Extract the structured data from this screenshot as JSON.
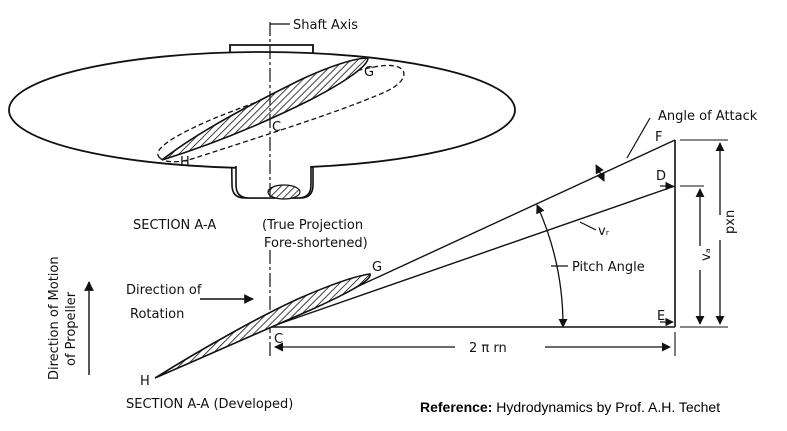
{
  "labels": {
    "shaft_axis": "Shaft Axis",
    "G_top": "G",
    "C_top": "C",
    "H_top": "H",
    "section_top": "SECTION  A-A",
    "true_projection_1": "(True Projection",
    "true_projection_2": "Fore-shortened)",
    "angle_of_attack": "Angle of Attack",
    "F": "F",
    "D": "D",
    "E": "E",
    "vr": "vᵣ",
    "pitch_angle": "Pitch Angle",
    "pxn": "pxn",
    "va": "vₐ",
    "G_bottom": "G",
    "C_bottom": "C",
    "H_bottom": "H",
    "direction_of_rotation_1": "Direction of",
    "direction_of_rotation_2": "Rotation",
    "direction_of_motion_1": "Direction of Motion",
    "direction_of_motion_2": "of Propeller",
    "two_pi_rn": "2 π rn",
    "section_bottom": "SECTION A-A (Developed)"
  },
  "reference": {
    "label": "Reference:",
    "text": "Hydrodynamics by Prof. A.H. Techet"
  }
}
